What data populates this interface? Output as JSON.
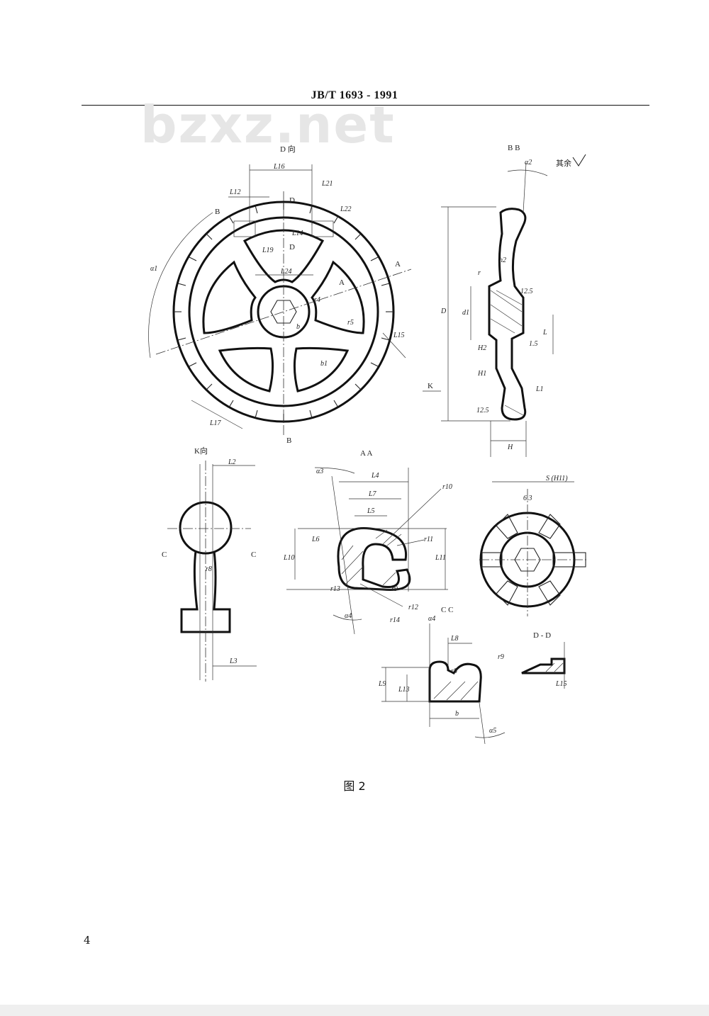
{
  "header": {
    "standard_code": "JB/T 1693 - 1991"
  },
  "watermark": {
    "text": "bzxz.net"
  },
  "figure": {
    "caption": "图 2",
    "view_titles": {
      "d_view": "D 向",
      "b_section": "B  B",
      "k_view": "K向",
      "a_section": "A  A",
      "c_section": "C  C",
      "d_section": "D - D"
    },
    "roughness_note": "其余",
    "hex_note": "S (H11)",
    "labels": {
      "L16": "L16",
      "L12": "L12",
      "L21": "L21",
      "L22": "L22",
      "L19": "L19",
      "L14": "L14",
      "L24": "L24",
      "L17": "L17",
      "L11": "L11",
      "L15": "L15",
      "D": "D",
      "A": "A",
      "B": "B",
      "K": "K",
      "C": "C",
      "r4": "r4",
      "r5": "r5",
      "r": "r",
      "b": "b",
      "b1": "b1",
      "h2": "h2",
      "a1": "α1",
      "a2": "α2",
      "a3": "α3",
      "a4": "α4",
      "a5": "α5",
      "d1": "d1",
      "L": "L",
      "H": "H",
      "H1": "H1",
      "H2": "H2",
      "L1": "L1",
      "L2": "L2",
      "L3": "L3",
      "L4": "L4",
      "L5": "L5",
      "L6": "L6",
      "L7": "L7",
      "L8": "L8",
      "L9": "L9",
      "L10": "L10",
      "L13": "L13",
      "r8": "r8",
      "r9": "r9",
      "r10": "r10",
      "r11": "r11",
      "r12": "r12",
      "r13": "r13",
      "r14": "r14",
      "val_1_5": "1.5",
      "val_12_5a": "12.5",
      "val_12_5b": "12.5",
      "val_6_3": "6.3"
    }
  },
  "page": {
    "number": "4"
  }
}
